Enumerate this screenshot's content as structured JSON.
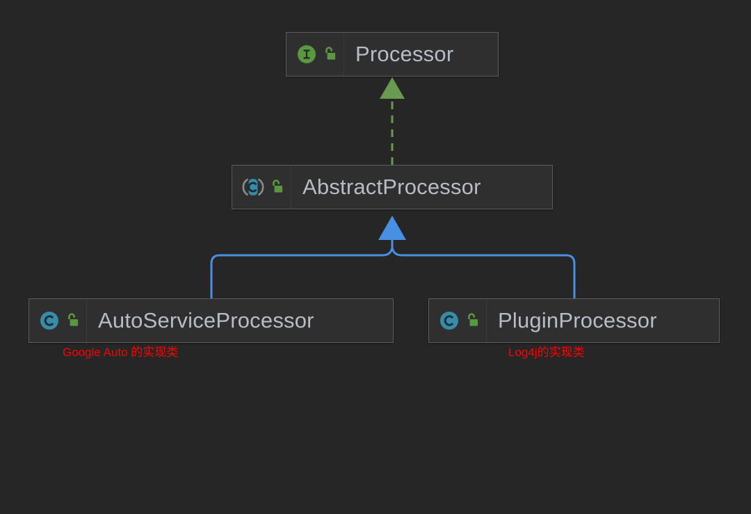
{
  "diagram": {
    "title": "Processor class hierarchy",
    "background_color": "#262626",
    "node_fill": "#2f2f2f",
    "node_border": "#5d5d5d",
    "node_text_color": "#b6bdc7",
    "annotation_color": "#ff0000",
    "realization_color": "#6a9a52",
    "generalization_color": "#4a90e2"
  },
  "nodes": [
    {
      "id": "processor",
      "label": "Processor",
      "stereotype": "interface",
      "stereotype_icon": "interface-icon",
      "stereotype_letter": "I",
      "visibility": "public",
      "visibility_icon": "unlocked-padlock-icon"
    },
    {
      "id": "abstractprocessor",
      "label": "AbstractProcessor",
      "stereotype": "abstract-class",
      "stereotype_icon": "abstract-class-icon",
      "stereotype_letter": "C",
      "visibility": "public",
      "visibility_icon": "unlocked-padlock-icon"
    },
    {
      "id": "autoserviceprocessor",
      "label": "AutoServiceProcessor",
      "stereotype": "class",
      "stereotype_icon": "class-icon",
      "stereotype_letter": "C",
      "visibility": "public",
      "visibility_icon": "unlocked-padlock-icon"
    },
    {
      "id": "pluginprocessor",
      "label": "PluginProcessor",
      "stereotype": "class",
      "stereotype_icon": "class-icon",
      "stereotype_letter": "C",
      "visibility": "public",
      "visibility_icon": "unlocked-padlock-icon"
    }
  ],
  "edges": [
    {
      "id": "realization-abstract-to-processor",
      "from": "abstractprocessor",
      "to": "processor",
      "type": "realization",
      "line_style": "dashed",
      "arrowhead": "filled-triangle",
      "color": "#6a9a52"
    },
    {
      "id": "generalization-auto-to-abstract",
      "from": "autoserviceprocessor",
      "to": "abstractprocessor",
      "type": "generalization",
      "line_style": "solid",
      "arrowhead": "filled-triangle",
      "color": "#4a90e2"
    },
    {
      "id": "generalization-plugin-to-abstract",
      "from": "pluginprocessor",
      "to": "abstractprocessor",
      "type": "generalization",
      "line_style": "solid",
      "arrowhead": "filled-triangle",
      "color": "#4a90e2"
    }
  ],
  "annotations": [
    {
      "id": "annotation-autoservice",
      "text": "Google Auto 的实现类",
      "target": "autoserviceprocessor",
      "color": "#ff0000"
    },
    {
      "id": "annotation-plugin",
      "text": "Log4j的实现类",
      "target": "pluginprocessor",
      "color": "#ff0000"
    }
  ]
}
